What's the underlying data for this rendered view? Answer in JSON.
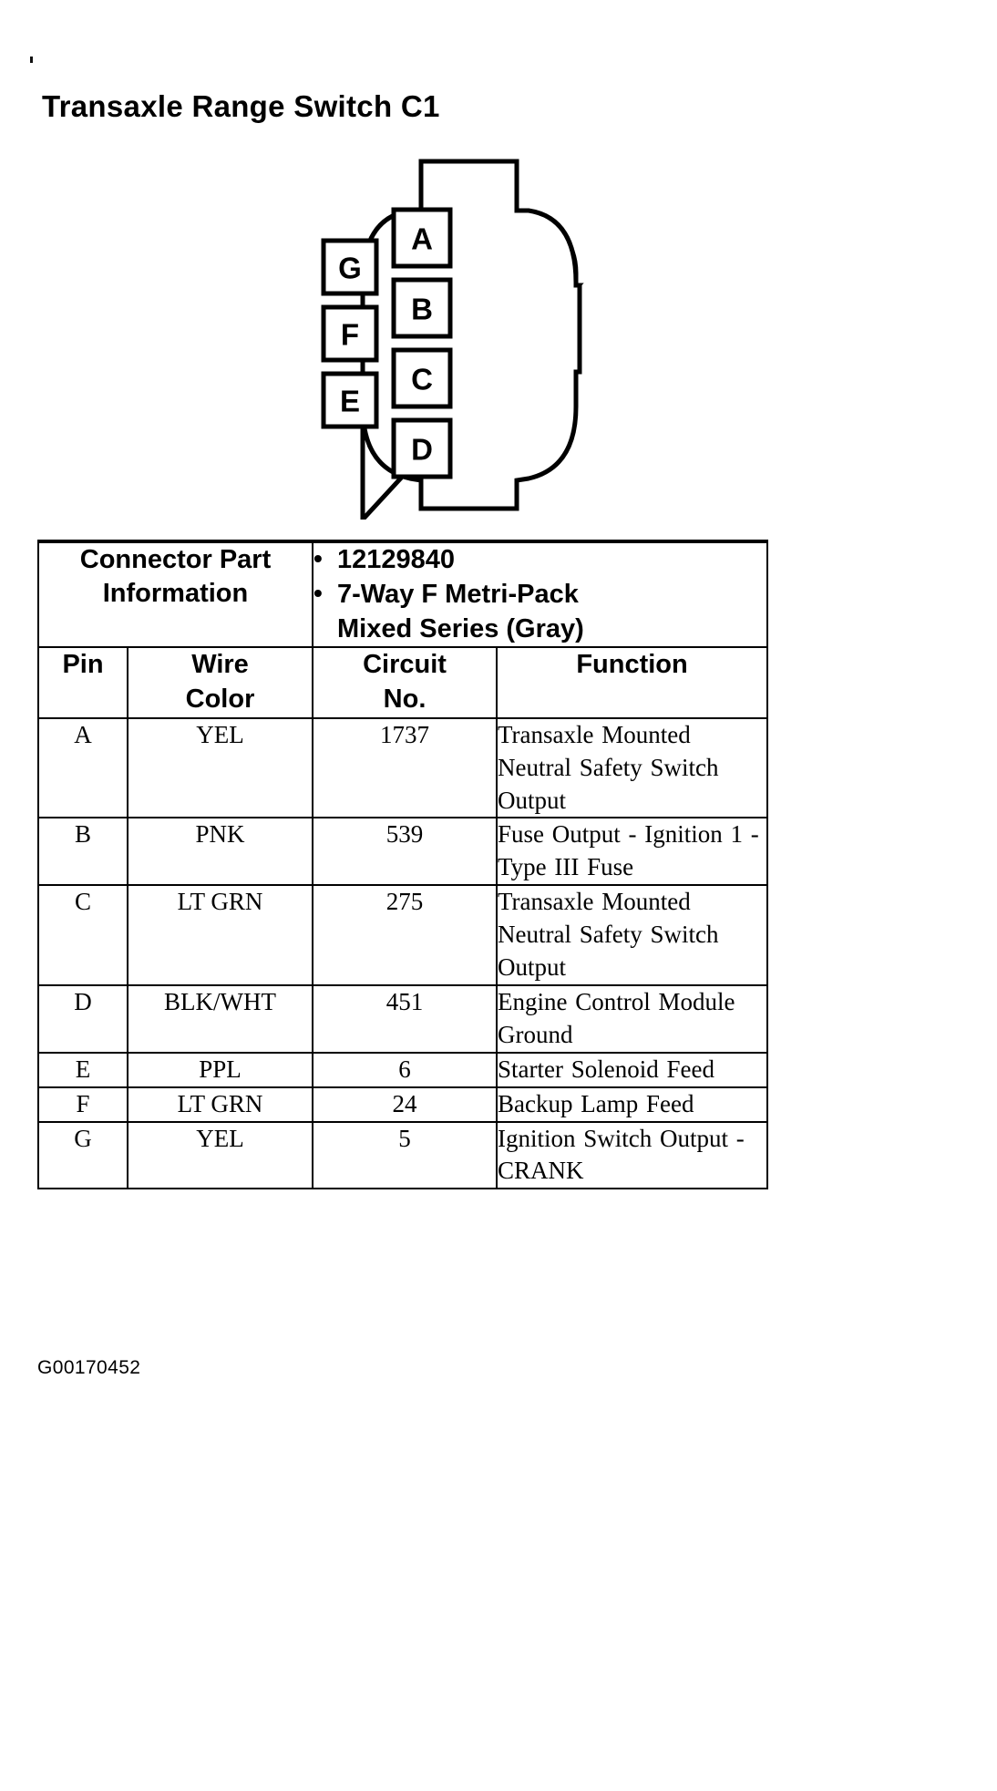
{
  "title": "Transaxle Range Switch C1",
  "connector": {
    "name": "7-way female connector body",
    "left_column_pins": [
      "G",
      "F",
      "E"
    ],
    "right_column_pins": [
      "A",
      "B",
      "C",
      "D"
    ]
  },
  "table": {
    "part_info": {
      "label_line1": "Connector Part",
      "label_line2": "Information",
      "bullets": [
        "12129840",
        "7-Way F Metri-Pack"
      ],
      "bullet2_continuation": "Mixed Series (Gray)"
    },
    "headers": {
      "pin": "Pin",
      "wire_color_line1": "Wire",
      "wire_color_line2": "Color",
      "circuit_line1": "Circuit",
      "circuit_line2": "No.",
      "function": "Function"
    },
    "rows": [
      {
        "pin": "A",
        "wire_color": "YEL",
        "circuit_no": "1737",
        "function": "Transaxle Mounted Neutral Safety Switch Output"
      },
      {
        "pin": "B",
        "wire_color": "PNK",
        "circuit_no": "539",
        "function": "Fuse Output - Ignition 1 - Type III Fuse"
      },
      {
        "pin": "C",
        "wire_color": "LT GRN",
        "circuit_no": "275",
        "function": "Transaxle Mounted Neutral Safety Switch Output"
      },
      {
        "pin": "D",
        "wire_color": "BLK/WHT",
        "circuit_no": "451",
        "function": "Engine Control Module Ground"
      },
      {
        "pin": "E",
        "wire_color": "PPL",
        "circuit_no": "6",
        "function": "Starter Solenoid Feed"
      },
      {
        "pin": "F",
        "wire_color": "LT GRN",
        "circuit_no": "24",
        "function": "Backup Lamp Feed"
      },
      {
        "pin": "G",
        "wire_color": "YEL",
        "circuit_no": "5",
        "function": "Ignition Switch Output - CRANK"
      }
    ]
  },
  "footer_code": "G00170452",
  "colors": {
    "ink": "#000000",
    "page": "#ffffff"
  }
}
